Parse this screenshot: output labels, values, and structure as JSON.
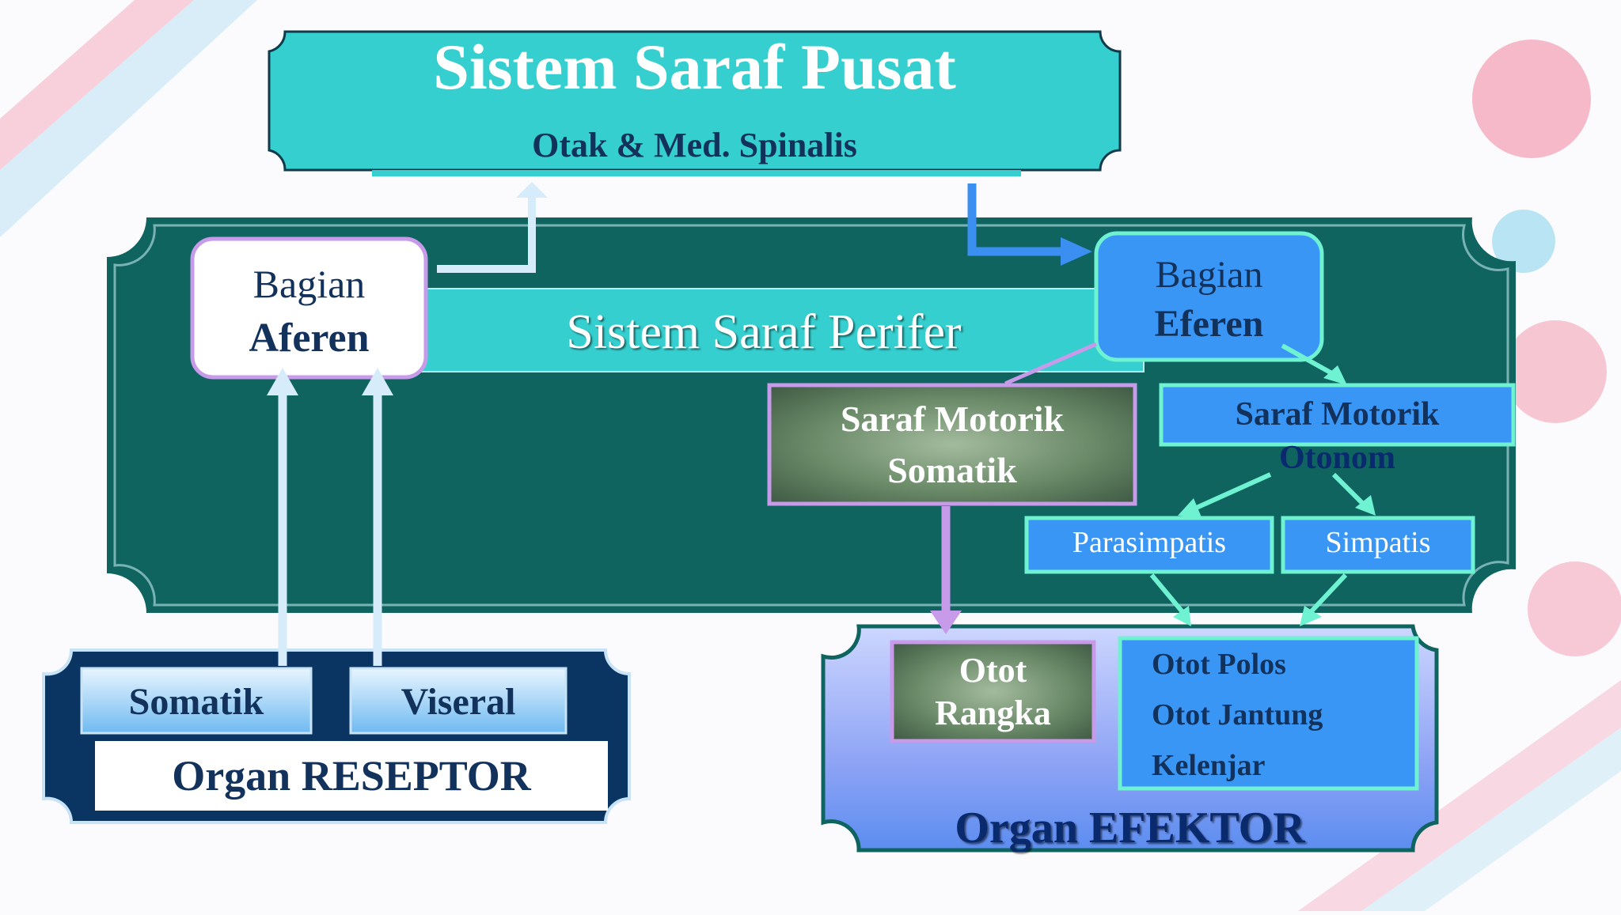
{
  "cns": {
    "title": "Sistem Saraf Pusat",
    "subtitle": "Otak & Med. Spinalis"
  },
  "pns": {
    "label": "Sistem Saraf Perifer"
  },
  "afferent": {
    "line1": "Bagian",
    "line2": "Aferen"
  },
  "efferent": {
    "line1": "Bagian",
    "line2": "Eferen"
  },
  "somatic_motor": {
    "line1": "Saraf Motorik",
    "line2": "Somatik"
  },
  "autonomic_motor": {
    "line1": "Saraf Motorik",
    "line2": "Otonom"
  },
  "parasympathetic": "Parasimpatis",
  "sympathetic": "Simpatis",
  "skeletal_muscle": {
    "line1": "Otot",
    "line2": "Rangka"
  },
  "effector_targets": [
    "Otot Polos",
    "Otot Jantung",
    "Kelenjar"
  ],
  "effector_label": "Organ EFEKTOR",
  "receptor": {
    "somatic": "Somatik",
    "visceral": "Viseral",
    "label": "Organ RESEPTOR"
  },
  "colors": {
    "teal_panel": "#0f6460",
    "cyan": "#36cfcf",
    "blue": "#3a96f5",
    "navy": "#0a3563",
    "text_dark": "#12325c",
    "purple_border": "#c79aea",
    "mint_border": "#6ef2d2",
    "olive_box": "#5f7e5f"
  }
}
